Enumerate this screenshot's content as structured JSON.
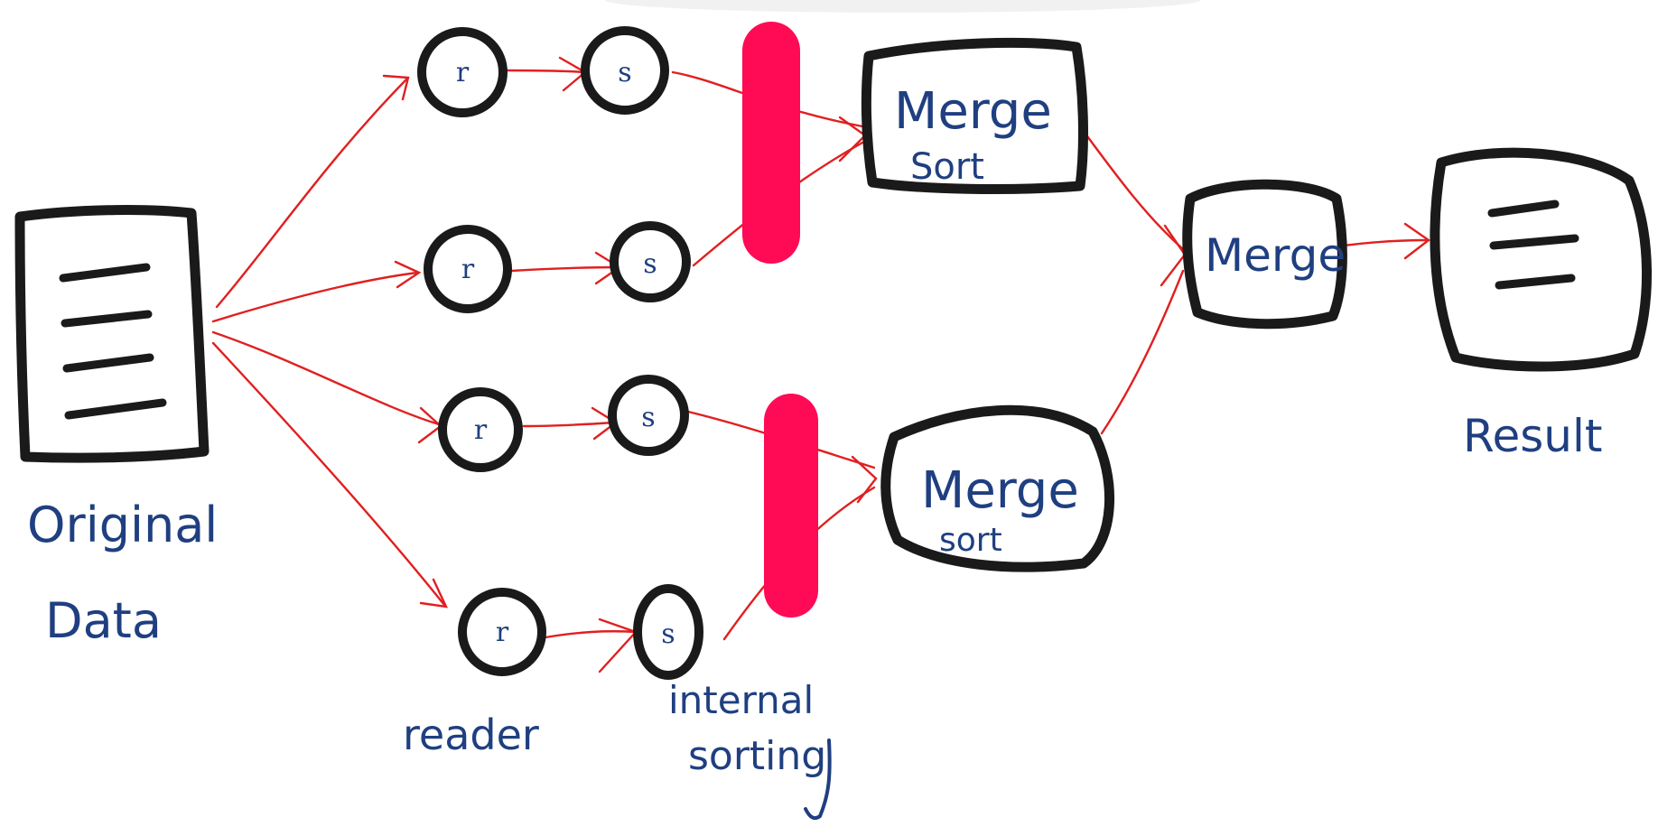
{
  "labels": {
    "original_line1": "Original",
    "original_line2": "Data",
    "reader": "reader",
    "internal_line1": "internal",
    "internal_line2": "sorting",
    "result": "Result"
  },
  "nodes": {
    "reader_glyph": "r",
    "sorter_glyph": "s"
  },
  "boxes": {
    "merge_sort_top_line1": "Merge",
    "merge_sort_top_line2": "Sort",
    "merge_sort_bottom_line1": "Merge",
    "merge_sort_bottom_line2": "sort",
    "merge_final": "Merge"
  },
  "colors": {
    "ink": "#1a1a1a",
    "text": "#1f3f80",
    "arrow": "#e02020",
    "barrier": "#ff0a55"
  }
}
